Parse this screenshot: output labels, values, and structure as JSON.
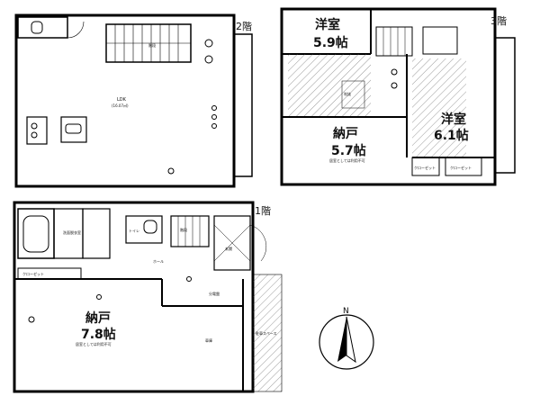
{
  "floors": {
    "f2": {
      "label": "2階",
      "rooms": {
        "ldk": "LDK",
        "ldk_area": "(16.07㎡)",
        "stairs": "階段"
      }
    },
    "f3": {
      "label": "3階",
      "rooms": {
        "western_a_name": "洋室",
        "western_a_size": "5.9帖",
        "storage_name": "納戸",
        "storage_size": "5.7帖",
        "storage_note": "居室としては利用不可",
        "western_b_name": "洋室",
        "western_b_size": "6.1帖",
        "closet_a": "クローゼット",
        "closet_b": "クローゼット",
        "loft": "吹抜"
      }
    },
    "f1": {
      "label": "1階",
      "rooms": {
        "washroom": "洗面脱衣室",
        "toilet": "トイレ",
        "stairs": "階段",
        "hall": "ホール",
        "entrance": "玄関",
        "closet": "クローゼット",
        "storage_name": "納戸",
        "storage_size": "7.8帖",
        "storage_note": "居室としては利用不可",
        "garage": "車庫",
        "panel": "分電盤",
        "parking": "駐車スペース"
      }
    }
  },
  "compass": {
    "north": "N"
  }
}
